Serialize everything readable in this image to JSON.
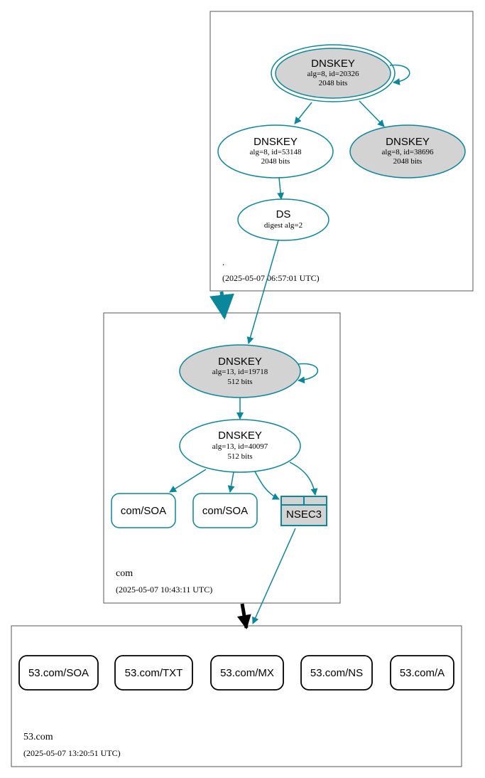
{
  "colors": {
    "edge": "#0a879a",
    "border": "#555555",
    "fill_gray": "#d3d3d3",
    "fill_white": "#ffffff",
    "delegation_black": "#000000"
  },
  "zones": {
    "root": {
      "name": ".",
      "timestamp": "(2025-05-07 06:57:01 UTC)",
      "ksk": {
        "type": "DNSKEY",
        "detail": "alg=8, id=20326",
        "size": "2048 bits"
      },
      "zsk": {
        "type": "DNSKEY",
        "detail": "alg=8, id=53148",
        "size": "2048 bits"
      },
      "key3": {
        "type": "DNSKEY",
        "detail": "alg=8, id=38696",
        "size": "2048 bits"
      },
      "ds": {
        "type": "DS",
        "detail": "digest alg=2"
      }
    },
    "com": {
      "name": "com",
      "timestamp": "(2025-05-07 10:43:11 UTC)",
      "ksk": {
        "type": "DNSKEY",
        "detail": "alg=13, id=19718",
        "size": "512 bits"
      },
      "zsk": {
        "type": "DNSKEY",
        "detail": "alg=13, id=40097",
        "size": "512 bits"
      },
      "soa1": "com/SOA",
      "soa2": "com/SOA",
      "nsec3": "NSEC3"
    },
    "site": {
      "name": "53.com",
      "timestamp": "(2025-05-07 13:20:51 UTC)",
      "records": [
        "53.com/SOA",
        "53.com/TXT",
        "53.com/MX",
        "53.com/NS",
        "53.com/A"
      ]
    }
  }
}
